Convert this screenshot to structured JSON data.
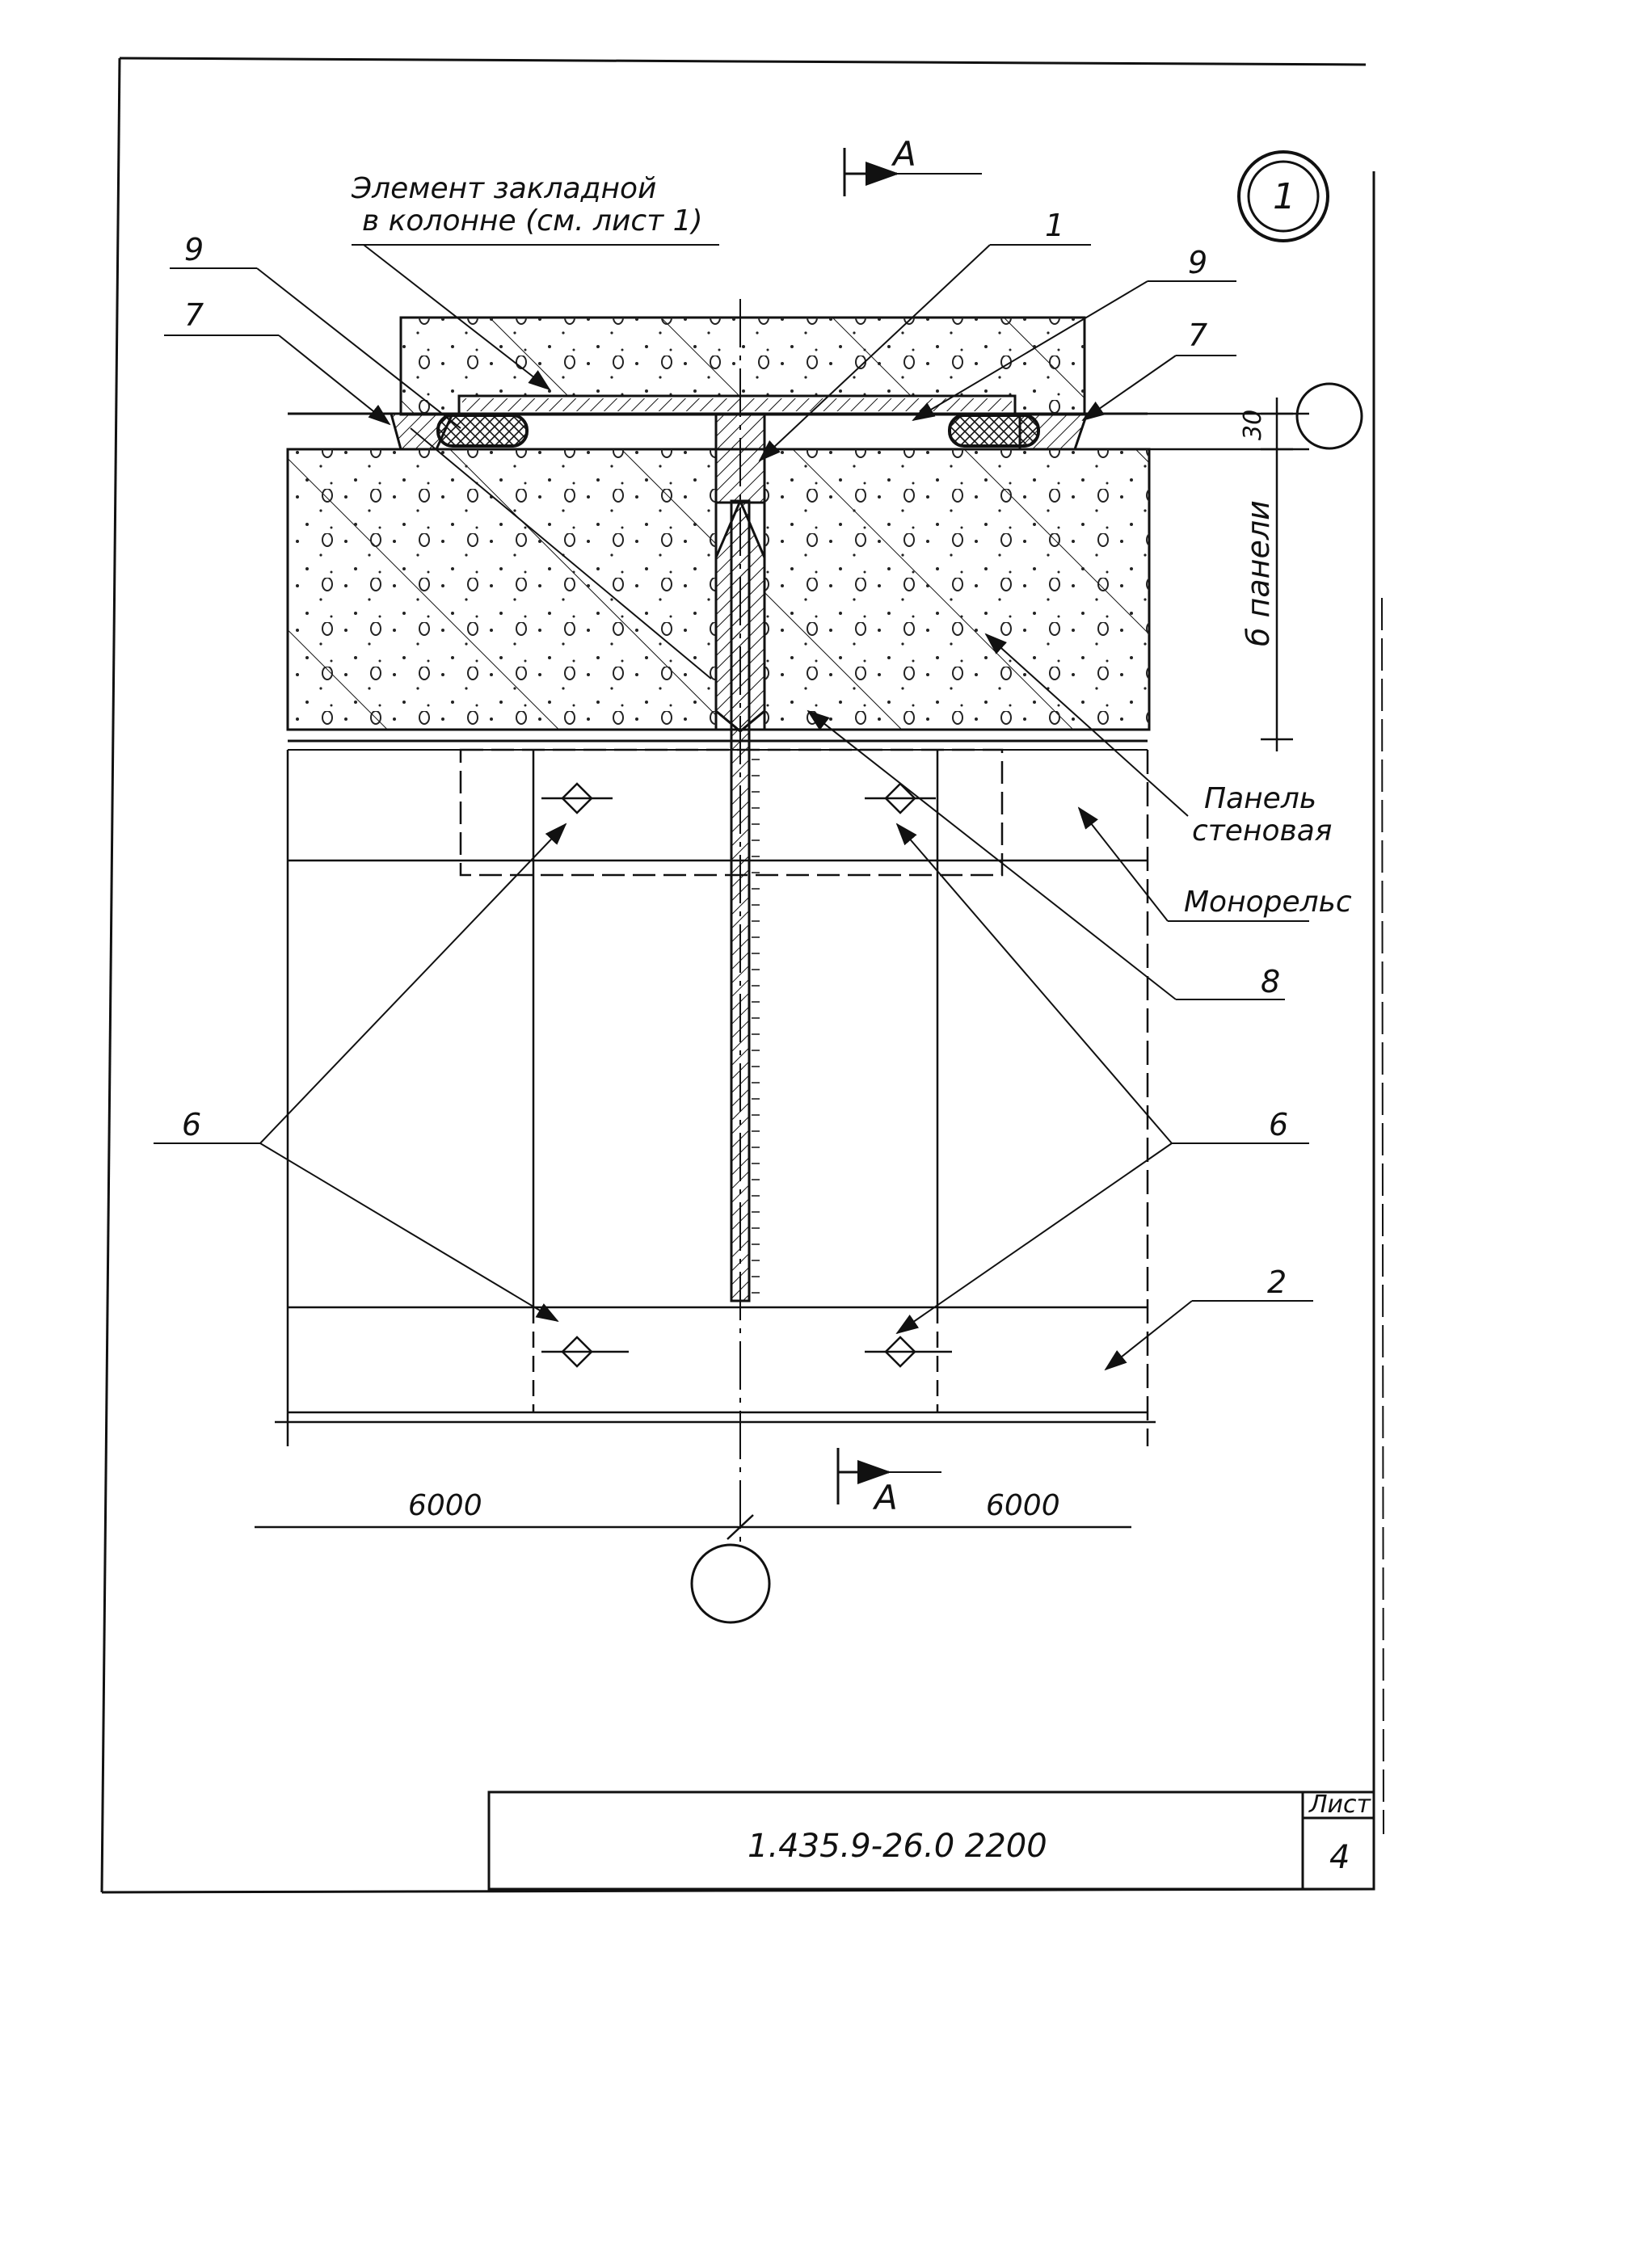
{
  "section_mark": {
    "letter": "А"
  },
  "detail_number": "1",
  "callouts": {
    "embedded_element_line1": "Элемент закладной",
    "embedded_element_line2": "в колонне (см. лист 1)",
    "pos_9": "9",
    "pos_7": "7",
    "pos_1": "1",
    "pos_8": "8",
    "pos_6": "6",
    "pos_2": "2",
    "panel_line1": "Панель",
    "panel_line2": "стеновая",
    "monorail": "Монорельс"
  },
  "dimensions": {
    "gap": "30",
    "panel_thickness": "б панели",
    "span_left": "6000",
    "span_right": "6000"
  },
  "title_block": {
    "document_code": "1.435.9-26.0  2200",
    "sheet_label": "Лист",
    "sheet_number": "4"
  },
  "colors": {
    "ink": "#111111",
    "paper": "#ffffff"
  }
}
